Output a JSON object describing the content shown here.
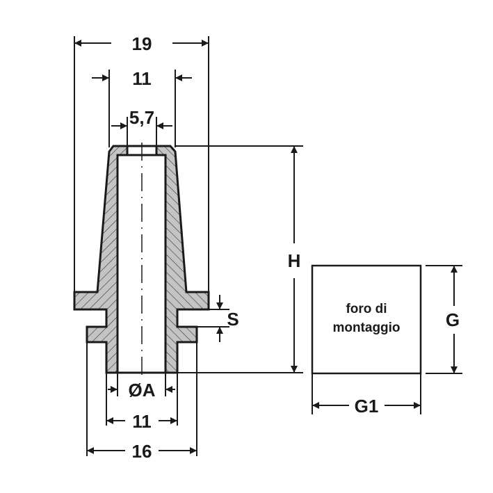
{
  "dimensions": {
    "overall_flange_width": "19",
    "top_outer_diameter": "11",
    "top_hole_diameter": "5,7",
    "height": "H",
    "flange_gap": "S",
    "bore_diameter": "ØA",
    "bottom_outer_diameter": "11",
    "lower_flange_width": "16",
    "mounting_hole_height": "G",
    "mounting_hole_width": "G1"
  },
  "mounting_hole": {
    "label_line1": "foro di",
    "label_line2": "montaggio"
  },
  "colors": {
    "section_fill": "#c4c4c4",
    "line": "#1a1a1a"
  }
}
